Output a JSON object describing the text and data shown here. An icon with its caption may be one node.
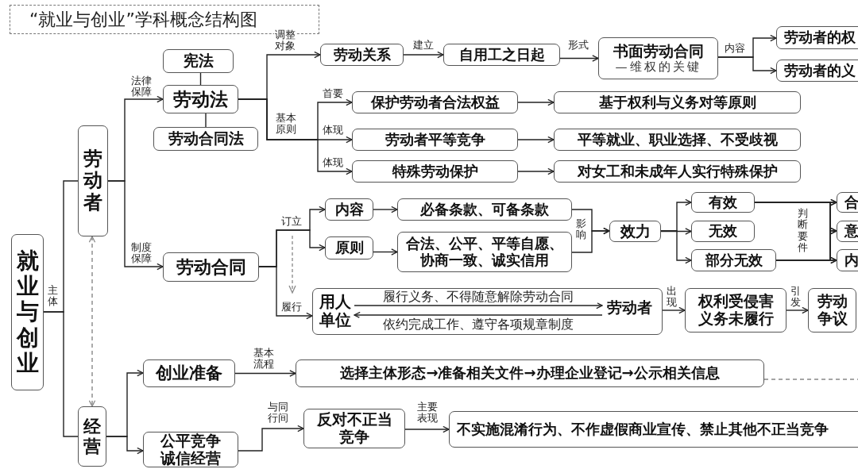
{
  "diagram": {
    "title": "“就业与创业”学科概念结构图",
    "nodes": [
      {
        "text": [
          "就业与创业"
        ]
      },
      {
        "text": [
          "劳动者"
        ]
      },
      {
        "text": [
          "经营"
        ]
      },
      {
        "text": [
          "宪法"
        ]
      },
      {
        "text": [
          "劳动法"
        ]
      },
      {
        "text": [
          "劳动合同法"
        ]
      },
      {
        "text": [
          "劳动关系"
        ]
      },
      {
        "text": [
          "自用工之日起"
        ]
      },
      {
        "text": [
          "书面劳动合同",
          "—维权的关键"
        ]
      },
      {
        "text": [
          "劳动者的权"
        ]
      },
      {
        "text": [
          "劳动者的义"
        ]
      },
      {
        "text": [
          "保护劳动者合法权益"
        ]
      },
      {
        "text": [
          "基于权利与义务对等原则"
        ]
      },
      {
        "text": [
          "劳动者平等竞争"
        ]
      },
      {
        "text": [
          "平等就业、职业选择、不受歧视"
        ]
      },
      {
        "text": [
          "特殊劳动保护"
        ]
      },
      {
        "text": [
          "对女工和未成年人实行特殊保护"
        ]
      },
      {
        "text": [
          "劳动合同"
        ]
      },
      {
        "text": [
          "内容"
        ]
      },
      {
        "text": [
          "必备条款、可备条款"
        ]
      },
      {
        "text": [
          "原则"
        ]
      },
      {
        "text": [
          "合法、公平、平等自愿、协商一致、诚实信用"
        ]
      },
      {
        "text": [
          "效力"
        ]
      },
      {
        "text": [
          "有效"
        ]
      },
      {
        "text": [
          "无效"
        ]
      },
      {
        "text": [
          "部分无效"
        ]
      },
      {
        "text": [
          "合"
        ]
      },
      {
        "text": [
          "意"
        ]
      },
      {
        "text": [
          "内"
        ]
      },
      {
        "text": [],
        "shape": "box"
      },
      {
        "text": [
          "用人单位"
        ],
        "in": 29
      },
      {
        "text": [
          "劳动者"
        ],
        "in": 29
      },
      {
        "text": [
          "权利受侵害义务未履行"
        ]
      },
      {
        "text": [
          "劳动争议"
        ]
      },
      {
        "text": [
          "创业准备"
        ]
      },
      {
        "text": [
          "选择主体形态→准备相关文件→办理企业登记→公示相关信息"
        ]
      },
      {
        "text": [
          "公平竞争诚信经营"
        ]
      },
      {
        "text": [
          "反对不正当竞争"
        ]
      },
      {
        "text": [
          "不实施混淆行为、不作虚假商业宣传、禁止其他不正当竞争"
        ]
      }
    ],
    "edges": [
      {
        "from": 0,
        "to": 1,
        "arrow": "none"
      },
      {
        "from": 0,
        "to": 2,
        "arrow": "none"
      },
      {
        "from": 1,
        "to": 2,
        "arrow": "both",
        "style": "dashed",
        "color": "#888888"
      },
      {
        "from": 1,
        "to": 4,
        "arrow": "to",
        "label": "法律保障"
      },
      {
        "from": 1,
        "to": 17,
        "arrow": "to",
        "label": "制度保障"
      },
      {
        "from": 3,
        "to": 4,
        "arrow": "none"
      },
      {
        "from": 4,
        "to": 5,
        "arrow": "none"
      },
      {
        "from": 4,
        "to": 6,
        "arrow": "to",
        "label": "调整对象"
      },
      {
        "from": 4,
        "to": 11,
        "arrow": "to",
        "label": "首要"
      },
      {
        "from": 4,
        "to": 13,
        "arrow": "to",
        "label": "体现"
      },
      {
        "from": 4,
        "to": 15,
        "arrow": "to",
        "label": "体现"
      },
      {
        "from": 6,
        "to": 7,
        "arrow": "to",
        "label": "建立"
      },
      {
        "from": 7,
        "to": 8,
        "arrow": "to",
        "label": "形式"
      },
      {
        "from": 8,
        "to": 9,
        "arrow": "to",
        "label": "内容"
      },
      {
        "from": 8,
        "to": 10,
        "arrow": "to"
      },
      {
        "from": 11,
        "to": 12,
        "arrow": "to"
      },
      {
        "from": 13,
        "to": 14,
        "arrow": "to"
      },
      {
        "from": 15,
        "to": 16,
        "arrow": "to"
      },
      {
        "from": 17,
        "to": 18,
        "arrow": "to"
      },
      {
        "from": 17,
        "to": 20,
        "arrow": "to"
      },
      {
        "from": 17,
        "to": 29,
        "arrow": "to",
        "label": "履行"
      },
      {
        "from": 18,
        "to": 19,
        "arrow": "to"
      },
      {
        "from": 20,
        "to": 21,
        "arrow": "to"
      },
      {
        "from": 19,
        "to": 22,
        "arrow": "to"
      },
      {
        "from": 21,
        "to": 22,
        "arrow": "to"
      },
      {
        "from": 22,
        "to": 23,
        "arrow": "to"
      },
      {
        "from": 22,
        "to": 24,
        "arrow": "to"
      },
      {
        "from": 22,
        "to": 25,
        "arrow": "to"
      },
      {
        "from": 23,
        "to": 26,
        "arrow": "to"
      },
      {
        "from": 23,
        "to": 27,
        "arrow": "to"
      },
      {
        "from": 23,
        "to": 28,
        "arrow": "to"
      },
      {
        "from": 25,
        "to": 26,
        "arrow": "to"
      },
      {
        "from": 25,
        "to": 27,
        "arrow": "to"
      },
      {
        "from": 25,
        "to": 28,
        "arrow": "to"
      },
      {
        "from": 30,
        "to": 31,
        "arrow": "to",
        "label": "履行义务、不得随意解除劳动合同"
      },
      {
        "from": 31,
        "to": 30,
        "arrow": "to",
        "label": "依约完成工作、遵守各项规章制度"
      },
      {
        "from": 29,
        "to": 32,
        "arrow": "to",
        "label": "出现"
      },
      {
        "from": 32,
        "to": 33,
        "arrow": "to",
        "label": "引发"
      },
      {
        "from": 2,
        "to": 34,
        "arrow": "to"
      },
      {
        "from": 2,
        "to": 36,
        "arrow": "to"
      },
      {
        "from": 34,
        "to": 35,
        "arrow": "to",
        "label": "基本流程"
      },
      {
        "from": 35,
        "to": null,
        "arrow": "none",
        "style": "dashed",
        "color": "#888888"
      },
      {
        "from": 36,
        "to": 37,
        "arrow": "to",
        "label": "与同行间"
      },
      {
        "from": 37,
        "to": 38,
        "arrow": "to",
        "label": "主要表现"
      }
    ],
    "labels": [
      "主体",
      "基本原则",
      "订立",
      "影响",
      "判断要件"
    ]
  }
}
